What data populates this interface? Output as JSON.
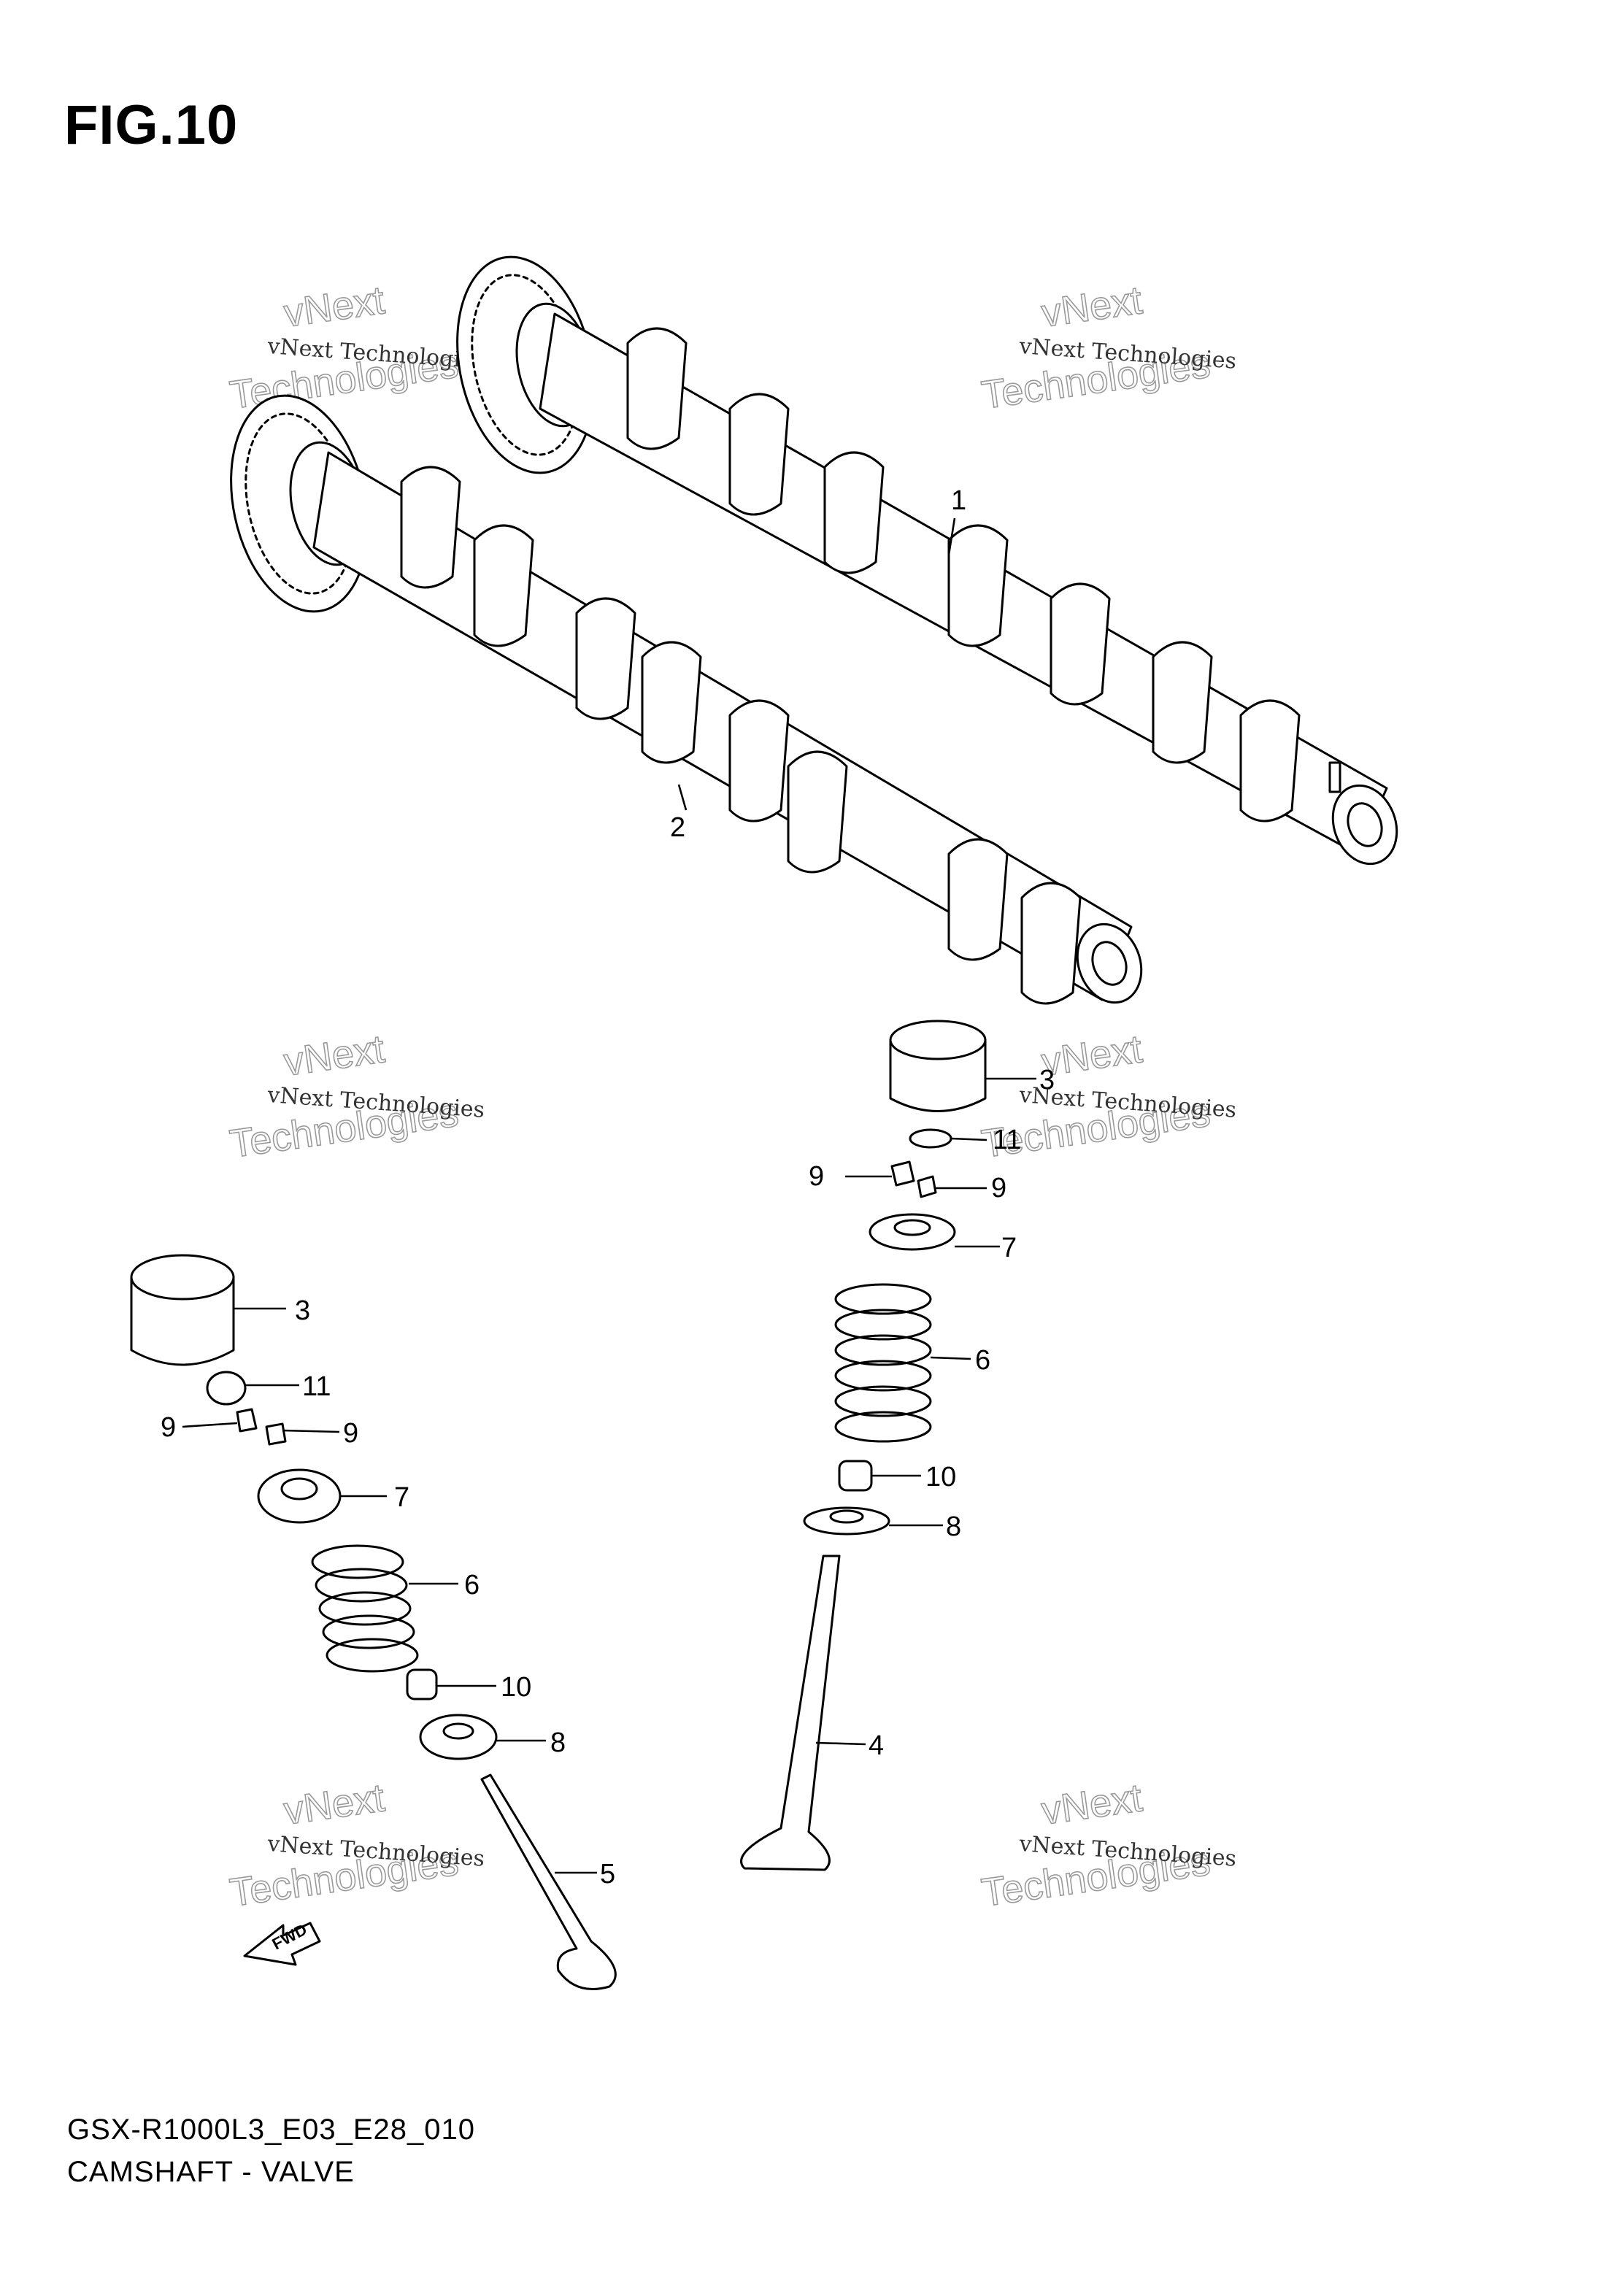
{
  "figure": {
    "title": "FIG.10",
    "model_code": "GSX-R1000L3_E03_E28_010",
    "section_name": "CAMSHAFT - VALVE",
    "fwd_label": "FWD"
  },
  "watermark": {
    "line1": "vNext Technologies",
    "outline_a": "vNext",
    "outline_b": "Technologies"
  },
  "callouts": [
    {
      "id": "c1",
      "label": "1"
    },
    {
      "id": "c2",
      "label": "2"
    },
    {
      "id": "c3r",
      "label": "3"
    },
    {
      "id": "c11r",
      "label": "11"
    },
    {
      "id": "c9ra",
      "label": "9"
    },
    {
      "id": "c9rb",
      "label": "9"
    },
    {
      "id": "c7r",
      "label": "7"
    },
    {
      "id": "c6r",
      "label": "6"
    },
    {
      "id": "c10r",
      "label": "10"
    },
    {
      "id": "c8r",
      "label": "8"
    },
    {
      "id": "c4",
      "label": "4"
    },
    {
      "id": "c3l",
      "label": "3"
    },
    {
      "id": "c11l",
      "label": "11"
    },
    {
      "id": "c9la",
      "label": "9"
    },
    {
      "id": "c9lb",
      "label": "9"
    },
    {
      "id": "c7l",
      "label": "7"
    },
    {
      "id": "c6l",
      "label": "6"
    },
    {
      "id": "c10l",
      "label": "10"
    },
    {
      "id": "c8l",
      "label": "8"
    },
    {
      "id": "c5",
      "label": "5"
    }
  ]
}
